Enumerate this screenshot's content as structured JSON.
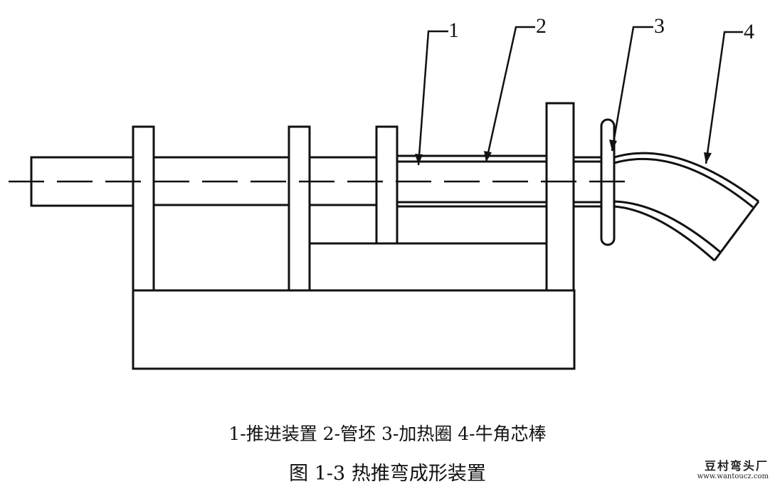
{
  "callouts": [
    {
      "id": "1",
      "text": "1"
    },
    {
      "id": "2",
      "text": "2"
    },
    {
      "id": "3",
      "text": "3"
    },
    {
      "id": "4",
      "text": "4"
    }
  ],
  "caption": {
    "legend": "1-推进装置  2-管坯  3-加热圈  4-牛角芯棒",
    "title": "图 1-3  热推弯成形装置"
  },
  "watermark": {
    "name": "豆村弯头厂",
    "url": "www.wantoucz.com"
  }
}
